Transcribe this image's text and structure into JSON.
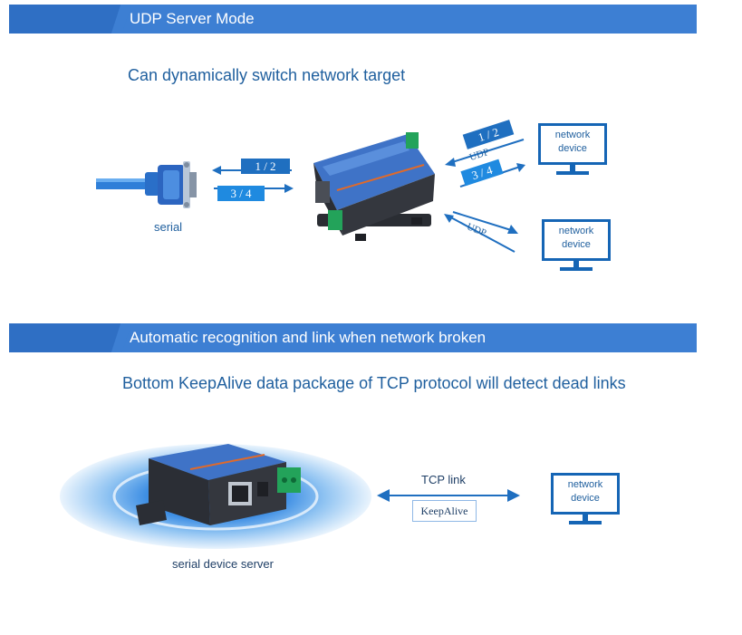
{
  "section1": {
    "banner_title": "UDP Server Mode",
    "heading": "Can dynamically switch network target",
    "serial_label": "serial",
    "left_tag_top": "1 / 2",
    "left_tag_bottom": "3 / 4",
    "right_tag_top": "1 / 2",
    "right_tag_bottom": "3 / 4",
    "udp_label_top": "UDP",
    "udp_label_bottom": "UDP",
    "network_device_label": "network device"
  },
  "section2": {
    "banner_title": "Automatic recognition and link when network broken",
    "heading": "Bottom KeepAlive data package of TCP protocol will detect dead links",
    "tcp_link_label": "TCP link",
    "keepalive_label": "KeepAlive",
    "network_device_label": "network device",
    "server_label": "serial device server"
  },
  "colors": {
    "banner": "#3d7fd3",
    "heading_text": "#1f5f9e",
    "device_blue": "#1565b5"
  }
}
